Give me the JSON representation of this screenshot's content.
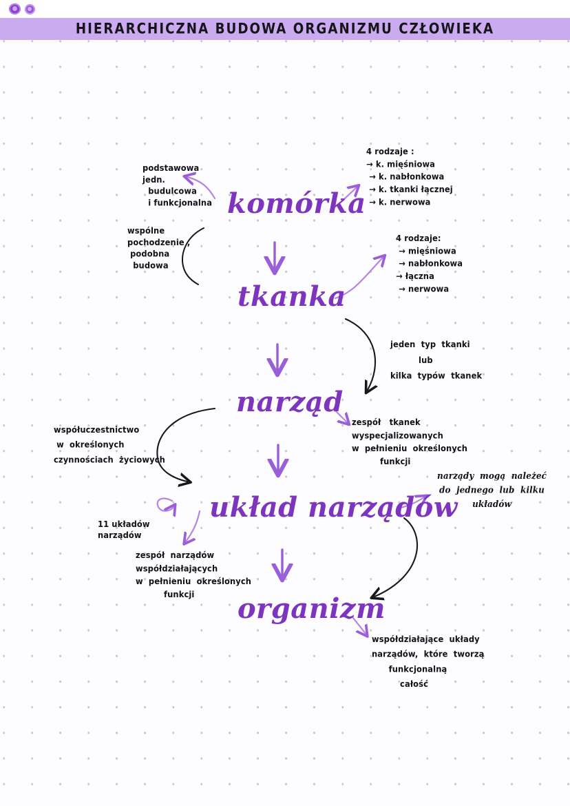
{
  "page": {
    "title": "HIERARCHICZNA  BUDOWA  ORGANIZMU  CZŁOWIEKA",
    "banner_color": "#cbabf0",
    "accent_color": "#7d35c0",
    "ink_color": "#121216",
    "background_color": "#fdfcfe",
    "dot_color": "#c8c8cc"
  },
  "doodles": [
    {
      "name": "doodle-circle-left",
      "color": "#8a3fd1"
    },
    {
      "name": "doodle-circle-right",
      "color": "#9a54da"
    }
  ],
  "nodes": {
    "komorka": "komórka",
    "tkanka": "tkanka",
    "narzad": "narząd",
    "uklad_narzadow": "układ narządów",
    "organizm": "organizm"
  },
  "notes": {
    "podstawowa_jednostka": "podstawowa\njedn.\n  budulcowa\n  i funkcjonalna",
    "wspolne_pochodzenie": "wspólne\npochodzenie ,\n podobna\n  budowa",
    "cztery_rodzaje_komorek": "4 rodzaje :\n→ k. mięśniowa\n → k. nabłonkowa\n → k. tkanki łącznej\n → k. nerwowa",
    "cztery_rodzaje_tkanek": "4 rodzaje:\n → mięśniowa\n → nabłonkowa\n→ łączna\n → nerwowa",
    "jeden_typ_tkanki": "jeden  typ  tkanki\n          lub\nkilka  typów  tkanek",
    "wspoluczestnictwo": "współuczestnictwo\n w  określonych\nczynnościach  życiowych",
    "zespol_tkanek": "zespół   tkanek\nwyspecjalizowanych\nw  pełnieniu  określonych\n          funkcji",
    "jedenascie_ukladow": "11 układów\nnarządów",
    "zespol_narzadow": "zespół  narządów\nwspółdziałających\nw  pełnieniu  określonych\n          funkcji",
    "narzady_moga_nalezec": "narządy  mogą  należeć\ndo  jednego  lub  kilku\nukładów",
    "wspoldzialajace_uklady": "współdziałające  układy\nnarządów,  które  tworzą\n      funkcjonalną\n          całość"
  },
  "connectors": [
    {
      "name": "arrow-komorka-to-tkanka",
      "style": "purple-down-arrow"
    },
    {
      "name": "arrow-tkanka-to-narzad",
      "style": "purple-down-arrow"
    },
    {
      "name": "arrow-narzad-to-uklad",
      "style": "purple-down-arrow"
    },
    {
      "name": "arrow-uklad-to-organizm",
      "style": "purple-down-arrow"
    },
    {
      "name": "arrow-podstawowa-to-komorka",
      "style": "purple-curve"
    },
    {
      "name": "arrow-rodzaje-komorek",
      "style": "purple-curve"
    },
    {
      "name": "arrow-rodzaje-tkanek",
      "style": "purple-curve"
    },
    {
      "name": "arrow-zespol-tkanek",
      "style": "purple-curve"
    },
    {
      "name": "arrow-11-ukladow",
      "style": "purple-curve"
    },
    {
      "name": "arrow-zespol-narzadow",
      "style": "purple-curve"
    },
    {
      "name": "arrow-narzady-moga",
      "style": "purple-curve"
    },
    {
      "name": "arrow-wspoldzialajace",
      "style": "purple-curve"
    },
    {
      "name": "brace-wspolne-pochodzenie",
      "style": "black-brace"
    },
    {
      "name": "brace-wspoluczestnictwo",
      "style": "black-brace-arrow"
    },
    {
      "name": "curve-tkanka-to-narzad",
      "style": "black-curve-arrow"
    },
    {
      "name": "curve-uklad-to-organizm",
      "style": "black-curve-arrow"
    }
  ]
}
